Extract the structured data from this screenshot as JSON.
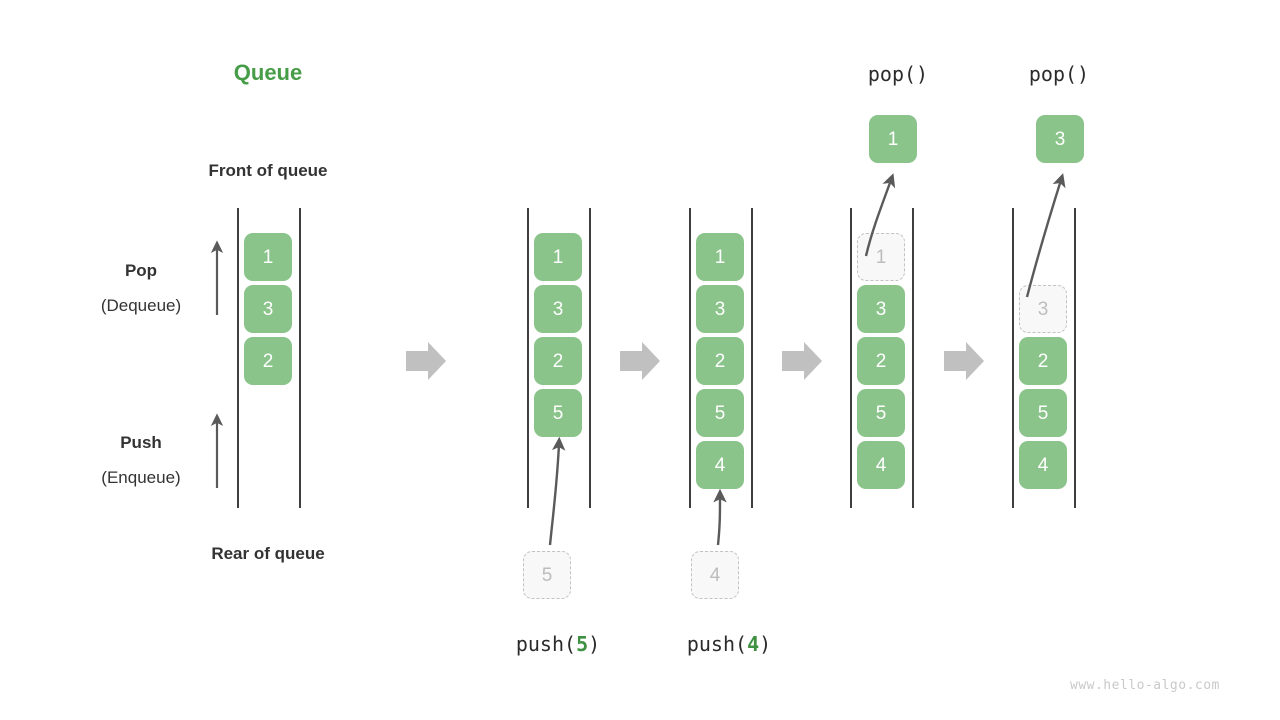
{
  "title": "Queue",
  "labels": {
    "front": "Front of queue",
    "rear": "Rear of queue",
    "pop_strong": "Pop",
    "pop_soft": "(Dequeue)",
    "push_strong": "Push",
    "push_soft": "(Enqueue)"
  },
  "colors": {
    "accent_green": "#479d47",
    "cell_green": "#8ac48a",
    "ghost_fill": "#f8f8f8",
    "ghost_border": "#c2c2c2",
    "rail": "#3f3f3f",
    "arrow": "#c0c0c0",
    "text": "#333333",
    "watermark": "#c9c9c9"
  },
  "columns": [
    {
      "name": "initial-queue",
      "cells": [
        "1",
        "3",
        "2"
      ],
      "ghost_index": null,
      "empty_top": 0,
      "op_label": null,
      "op_arg": null,
      "popped": null,
      "pop_label": null,
      "incoming": null
    },
    {
      "name": "after-push-5",
      "cells": [
        "1",
        "3",
        "2",
        "5"
      ],
      "ghost_index": null,
      "empty_top": 0,
      "op_label": "push(",
      "op_arg": "5",
      "op_tail": ")",
      "popped": null,
      "pop_label": null,
      "incoming": "5"
    },
    {
      "name": "after-push-4",
      "cells": [
        "1",
        "3",
        "2",
        "5",
        "4"
      ],
      "ghost_index": null,
      "empty_top": 0,
      "op_label": "push(",
      "op_arg": "4",
      "op_tail": ")",
      "popped": null,
      "pop_label": null,
      "incoming": "4"
    },
    {
      "name": "after-pop-1",
      "cells": [
        "1",
        "3",
        "2",
        "5",
        "4"
      ],
      "ghost_index": 0,
      "empty_top": 0,
      "op_label": null,
      "op_arg": null,
      "popped": "1",
      "pop_label": "pop()",
      "incoming": null
    },
    {
      "name": "after-pop-3",
      "cells": [
        "3",
        "2",
        "5",
        "4"
      ],
      "ghost_index": 0,
      "empty_top": 1,
      "op_label": null,
      "op_arg": null,
      "popped": "3",
      "pop_label": "pop()",
      "incoming": null
    }
  ],
  "watermark": "www.hello-algo.com"
}
